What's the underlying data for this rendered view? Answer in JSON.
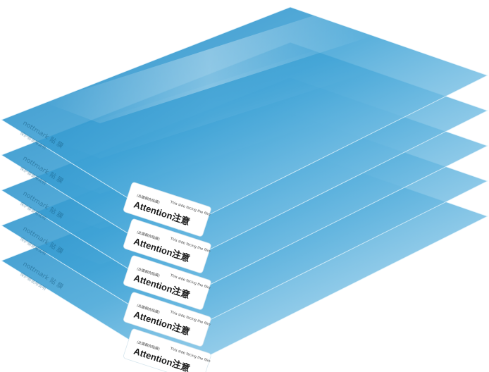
{
  "scene": {
    "description_free": true,
    "sheet_count": 5,
    "colors": {
      "sheet_top": "#2f90c8",
      "sheet_mid": "#62b3dc",
      "sheet_light": "#a9d8ef",
      "sheet_edge": "#0e78b6",
      "label_bg": "#ffffff",
      "label_text": "#1b1b1b"
    }
  },
  "sheets": [
    {
      "edge_text": "nottmark 贴 膜",
      "edge_fine": "保护膜使用说明",
      "label": {
        "title": "Attention注意",
        "line1": "This side facing the film",
        "line2": "(此面朝向贴膜)"
      }
    },
    {
      "edge_text": "nottmark 贴 膜",
      "edge_fine": "保护膜使用说明",
      "label": {
        "title": "Attention注意",
        "line1": "This side facing the film",
        "line2": "(此面朝向贴膜)"
      }
    },
    {
      "edge_text": "nottmark 贴 膜",
      "edge_fine": "保护膜使用说明",
      "label": {
        "title": "Attention注意",
        "line1": "This side facing the film",
        "line2": "(此面朝向贴膜)"
      }
    },
    {
      "edge_text": "nottmark 贴 膜",
      "edge_fine": "保护膜使用说明",
      "label": {
        "title": "Attention注意",
        "line1": "This side facing the film",
        "line2": "(此面朝向贴膜)"
      }
    },
    {
      "edge_text": "nottmark 贴 膜",
      "edge_fine": "保护膜使用说明",
      "label": {
        "title": "Attention注意",
        "line1": "This side facing the film",
        "line2": "(此面朝向贴膜)"
      }
    }
  ]
}
